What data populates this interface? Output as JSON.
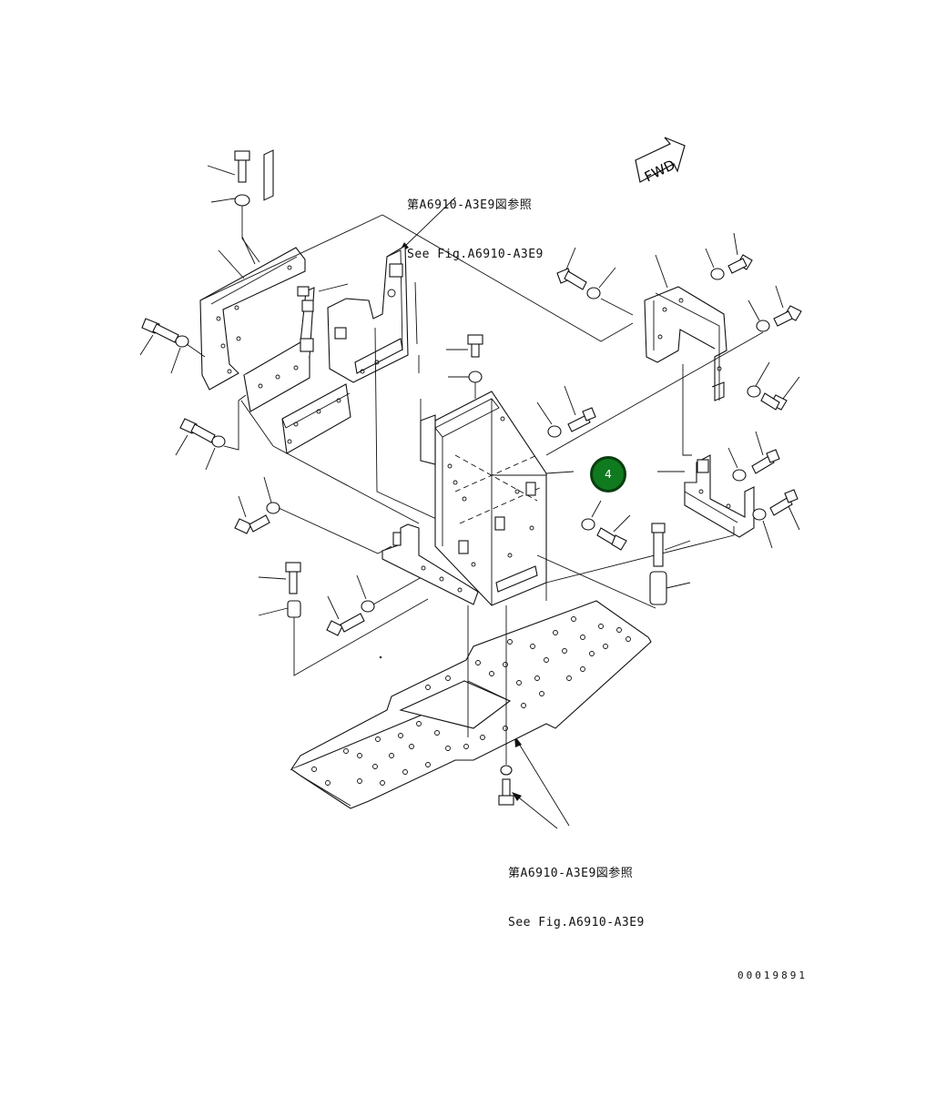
{
  "diagram": {
    "reference_top": {
      "line1": "第A6910-A3E9図参照",
      "line2": "See Fig.A6910-A3E9"
    },
    "reference_bottom": {
      "line1": "第A6910-A3E9図参照",
      "line2": "See Fig.A6910-A3E9"
    },
    "direction_arrow_label": "FWD",
    "callout_number": "4",
    "drawing_number": "00019891",
    "colors": {
      "line": "#111111",
      "callout_fill": "#0f7a1e",
      "callout_border": "#0a3d10"
    }
  }
}
